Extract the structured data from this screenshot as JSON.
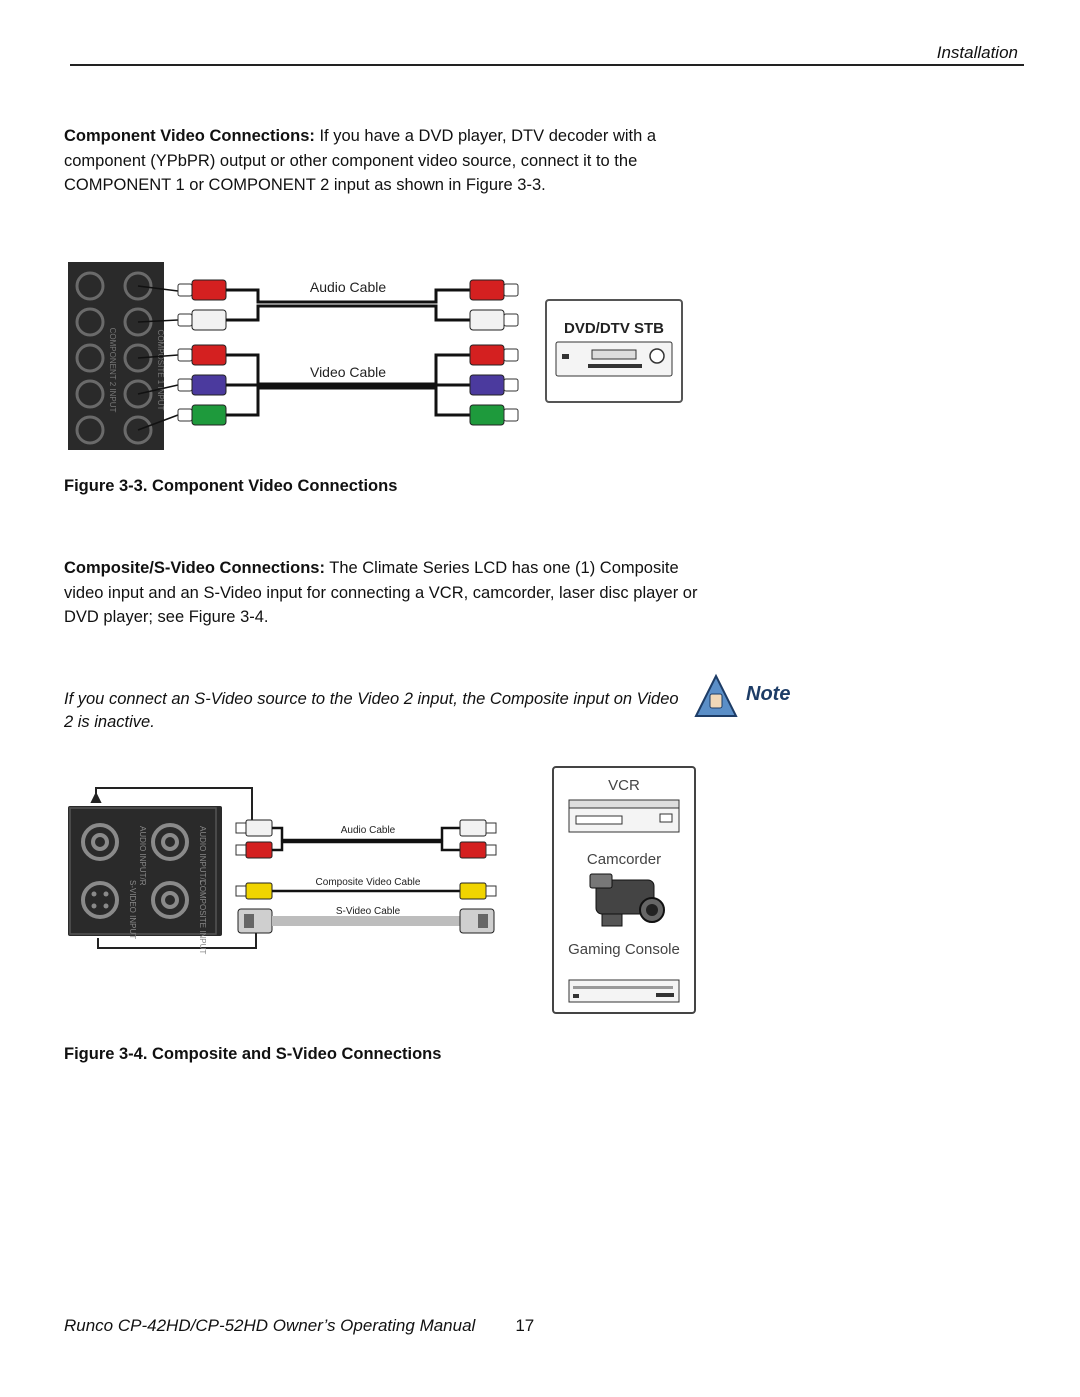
{
  "header": {
    "section": "Installation"
  },
  "component_section": {
    "heading": "Component Video Connections:",
    "body": " If you have a DVD player, DTV decoder with a component (YPbPR) output or other component video source, connect it to the COMPONENT 1 or COMPONENT 2 input as shown in Figure 3-3."
  },
  "figure3": {
    "caption": "Figure 3-3. Component Video Connections",
    "port_label_1": "COMPONENT 2 INPUT",
    "port_label_2": "COMPOSITE 1 INPUT",
    "audio_cable": "Audio Cable",
    "video_cable": "Video Cable",
    "device": "DVD/DTV STB",
    "colors": {
      "red": "#d42020",
      "white": "#f2f2f2",
      "blue": "#4b3a9e",
      "green": "#1e9a3c"
    }
  },
  "composite_section": {
    "heading": "Composite/S-Video Connections:",
    "body": " The Climate Series LCD has one (1) Composite video input and an S-Video input for connecting a VCR, camcorder, laser disc player or DVD player; see Figure 3-4."
  },
  "note": {
    "text": "If you connect an S-Video source to the Video 2 input, the Composite input on Video 2 is inactive.",
    "label": "Note"
  },
  "figure4": {
    "caption": "Figure 3-4. Composite and S-Video Connections",
    "panel_labels": [
      "AUDIO INPUT/L",
      "AUDIO INPUT/R",
      "S-VIDEO INPUT",
      "COMPOSITE INPUT"
    ],
    "audio_cable": "Audio Cable",
    "composite_cable": "Composite Video Cable",
    "svideo_cable": "S-Video Cable",
    "devices": [
      "VCR",
      "Camcorder",
      "Gaming Console"
    ],
    "colors": {
      "yellow": "#f0d400"
    }
  },
  "footer": {
    "manual": "Runco CP-42HD/CP-52HD Owner’s Operating Manual",
    "page": "17"
  }
}
